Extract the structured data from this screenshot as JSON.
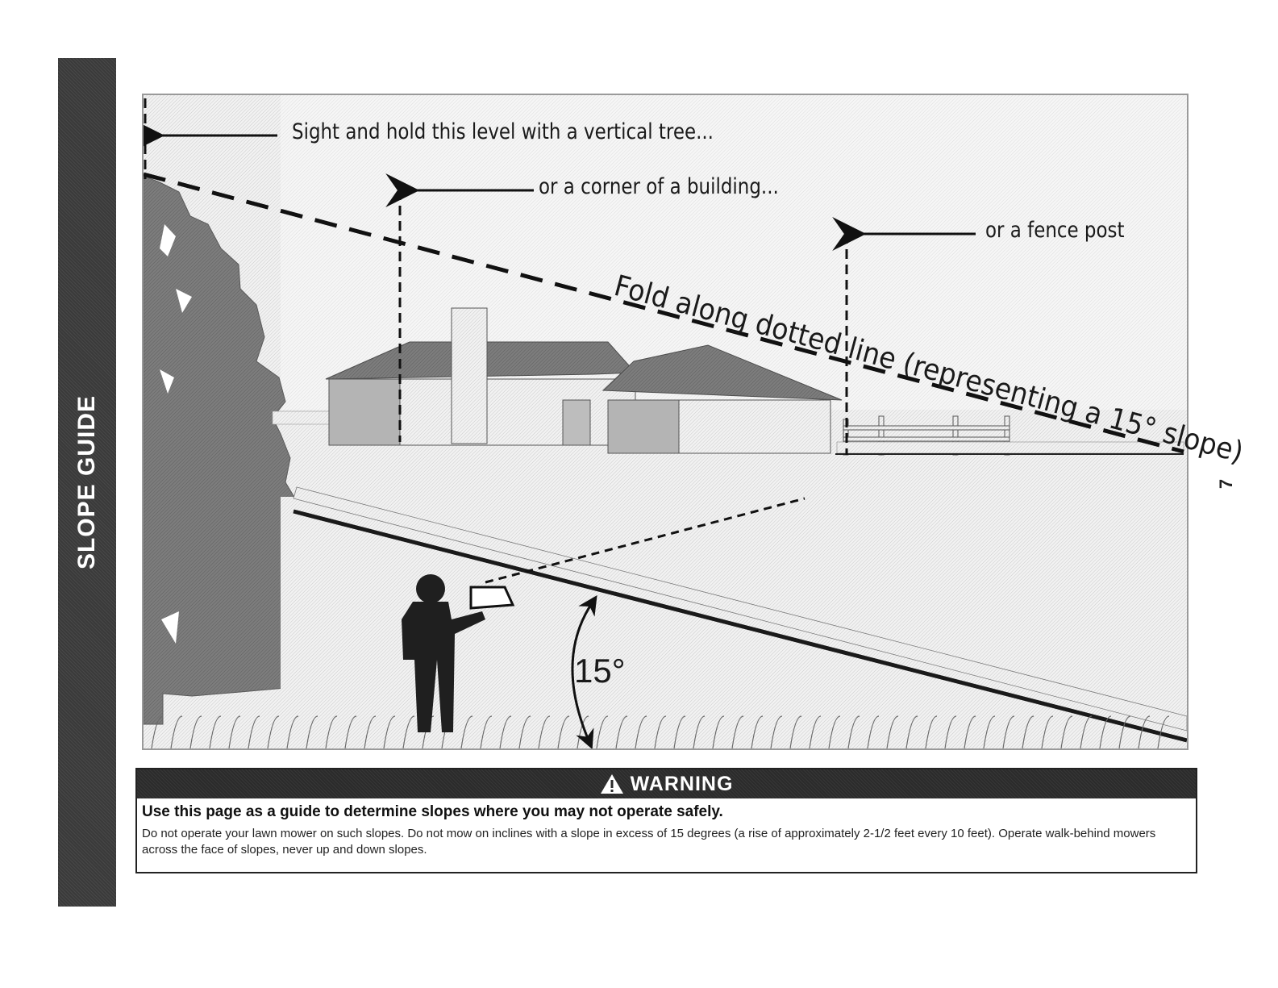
{
  "side_tab": {
    "label": "SLOPE GUIDE"
  },
  "page_number": "7",
  "diagram": {
    "callouts": {
      "tree": "Sight and hold this level with a vertical tree...",
      "building": "or a corner of a building...",
      "fence": "or a fence post"
    },
    "fold_line_label": "Fold along dotted line (representing a 15° slope)",
    "angle_label": "15°",
    "slope_degrees": 15
  },
  "warning": {
    "icon": "warning-triangle-icon",
    "title": "WARNING",
    "lead": "Use this page as a guide to determine slopes where you may not operate safely.",
    "body": "Do not operate your lawn mower on such slopes. Do not mow on inclines with a slope in excess of 15 degrees (a rise of approximately 2-1/2 feet every 10 feet). Operate walk-behind mowers across the face of slopes, never up and down slopes."
  },
  "colors": {
    "dark_fill": "#2b2b2b",
    "gray_fill": "#8a8a8a",
    "light_fill": "#d9d9d9"
  }
}
